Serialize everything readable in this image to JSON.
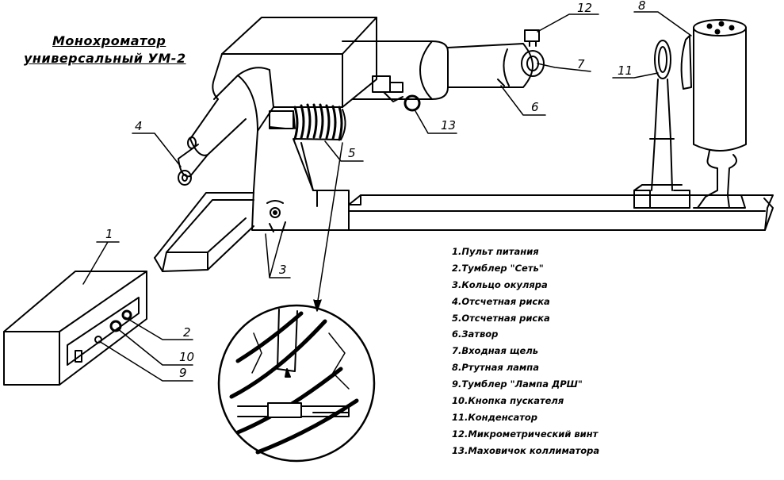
{
  "title": [
    "Монохроматор",
    "универсальный УМ-2"
  ],
  "callouts": [
    "1",
    "2",
    "3",
    "4",
    "5",
    "6",
    "7",
    "8",
    "9",
    "10",
    "11",
    "12",
    "13"
  ],
  "legend": [
    "1.Пульт питания",
    "2.Тумблер \"Сеть\"",
    "3.Кольцо окуляра",
    "4.Отсчетная риска",
    "5.Отсчетная риска",
    "6.Затвор",
    "7.Входная щель",
    "8.Ртутная лампа",
    "9.Тумблер \"Лампа ДРШ\"",
    "10.Кнопка пускателя",
    "11.Конденсатор",
    "12.Микрометрический винт",
    "13.Маховичок коллиматора"
  ]
}
